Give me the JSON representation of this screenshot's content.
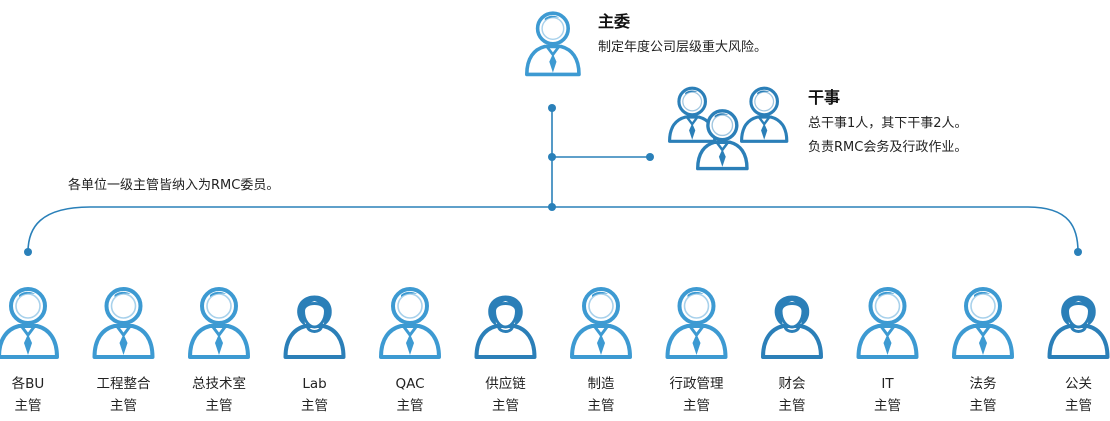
{
  "chair": {
    "title": "主委",
    "desc": "制定年度公司层级重大风险。"
  },
  "secretary": {
    "title": "干事",
    "line1": "总干事1人，其下干事2人。",
    "line2": "负责RMC会务及行政作业。"
  },
  "note": "各单位一级主管皆纳入为RMC委员。",
  "colors": {
    "line": "#2a80b9",
    "icon_dark": "#2b7fb8",
    "icon_light": "#3d9ad2",
    "icon_fill": "#ffffff"
  },
  "managers": [
    {
      "name": "各BU",
      "role": "主管",
      "icon": "male-person-icon"
    },
    {
      "name": "工程整合",
      "role": "主管",
      "icon": "male-person-icon"
    },
    {
      "name": "总技术室",
      "role": "主管",
      "icon": "male-person-icon"
    },
    {
      "name": "Lab",
      "role": "主管",
      "icon": "female-person-icon"
    },
    {
      "name": "QAC",
      "role": "主管",
      "icon": "male-person-icon"
    },
    {
      "name": "供应链",
      "role": "主管",
      "icon": "female-person-icon"
    },
    {
      "name": "制造",
      "role": "主管",
      "icon": "male-person-icon"
    },
    {
      "name": "行政管理",
      "role": "主管",
      "icon": "male-person-icon"
    },
    {
      "name": "财会",
      "role": "主管",
      "icon": "female-person-icon"
    },
    {
      "name": "IT",
      "role": "主管",
      "icon": "male-person-icon"
    },
    {
      "name": "法务",
      "role": "主管",
      "icon": "male-person-icon"
    },
    {
      "name": "公关",
      "role": "主管",
      "icon": "female-person-icon"
    }
  ]
}
